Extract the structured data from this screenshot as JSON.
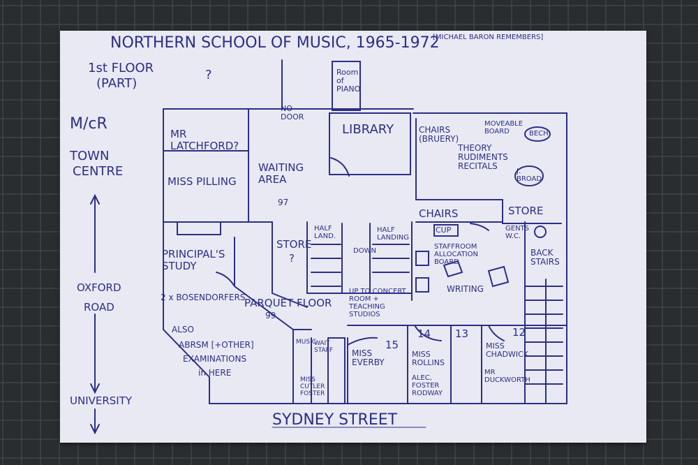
{
  "header": {
    "title": "NORTHERN SCHOOL OF MUSIC, 1965-1972",
    "source": "[MICHAEL BARON REMEMBERS]",
    "subtitle_line1": "1st FLOOR",
    "subtitle_line2": "(PART)",
    "unknown_mark": "?"
  },
  "compass": {
    "line1": "M/cR",
    "line2": "TOWN",
    "line3": "CENTRE",
    "road1": "OXFORD",
    "road2": "ROAD",
    "south": "UNIVERSITY"
  },
  "street": "SYDNEY STREET",
  "rooms": {
    "latchford": "MR LATCHFORD?",
    "pilling": "MISS PILLING",
    "principal": "PRINCIPAL'S STUDY",
    "bosendorfers": "2 x BOSENDORFERS",
    "abrsm1": "ALSO",
    "abrsm2": "ABRSM [+OTHER]",
    "abrsm3": "EXAMINATIONS",
    "abrsm4": "in HERE",
    "nodoor": "NO DOOR",
    "waiting": "WAITING AREA",
    "waiting_num": "97",
    "room_piano": "Room of PIANO",
    "library": "LIBRARY",
    "chairs_1": "CHAIRS (BRUERY)",
    "theory": "THEORY RUDIMENTS RECITALS",
    "moveable": "MOVEABLE BOARD",
    "bech": "BECH",
    "jbrand": "J. BROAD",
    "chairs_2": "CHAIRS",
    "store_right": "STORE",
    "gents": "GENTS W.C.",
    "cup": "CUP",
    "staffroom": "STAFFROOM ALLOCATION BOARD",
    "writing": "WRITING",
    "backstairs": "BACK STAIRS",
    "store_mid": "STORE",
    "store_q": "?",
    "half1": "HALF LAND.",
    "half2": "HALF LANDING",
    "down": "DOWN",
    "upto": "UP TO CONCERT ROOM + TEACHING STUDIOS",
    "parquet": "PARQUET FLOOR",
    "parquet_num": "99",
    "music": "MUSIC",
    "wait_staff": "WAIT STAFF",
    "miss_cutler": "MISS CUTLER FOSTER",
    "r15_num": "15",
    "r15": "MISS EVERBY",
    "r14_num": "14",
    "r14": "MISS ROLLINS",
    "r14b": "ALEC, FOSTER RODWAY",
    "r13_num": "13",
    "r12_num": "12",
    "r12": "MISS CHADWICK",
    "r12b": "MR DUCKWORTH"
  },
  "colors": {
    "ink": "#2b2f86",
    "paper": "#e9e9f3",
    "mat": "#2a2d2f",
    "grid": "#4a4e52"
  }
}
